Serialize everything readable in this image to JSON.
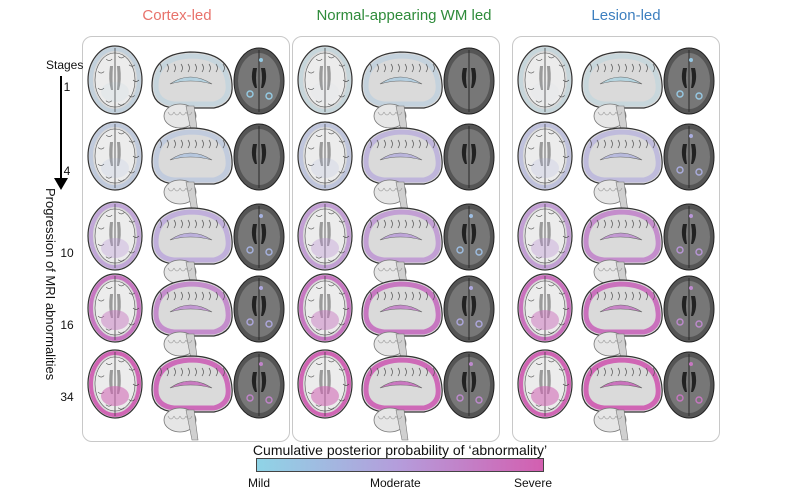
{
  "titles": [
    {
      "text": "Cortex-led",
      "color": "#e8726b"
    },
    {
      "text": "Normal-appearing WM led",
      "color": "#2e8b3a"
    },
    {
      "text": "Lesion-led",
      "color": "#3d7fbf"
    }
  ],
  "axis": {
    "stages_label": "Stages",
    "stages": [
      "1",
      "4",
      "10",
      "16",
      "34"
    ],
    "progression_label": "Progression of MRI abnormalities"
  },
  "colorbar": {
    "title": "Cumulative posterior probability of ‘abnormality’",
    "labels": [
      "Mild",
      "Moderate",
      "Severe"
    ],
    "colors": [
      "#8fd4e6",
      "#b59cdb",
      "#d35fb0"
    ]
  },
  "intensity": [
    [
      [
        0.15,
        0.1,
        0.08
      ],
      [
        0.25,
        0.25,
        0.05
      ],
      [
        0.55,
        0.5,
        0.3
      ],
      [
        0.8,
        0.7,
        0.4
      ],
      [
        0.95,
        0.9,
        0.7
      ]
    ],
    [
      [
        0.05,
        0.15,
        0.02
      ],
      [
        0.3,
        0.45,
        0.05
      ],
      [
        0.6,
        0.6,
        0.2
      ],
      [
        0.8,
        0.8,
        0.4
      ],
      [
        0.95,
        0.92,
        0.65
      ]
    ],
    [
      [
        0.05,
        0.05,
        0.1
      ],
      [
        0.35,
        0.4,
        0.35
      ],
      [
        0.6,
        0.7,
        0.55
      ],
      [
        0.85,
        0.85,
        0.65
      ],
      [
        0.95,
        0.95,
        0.8
      ]
    ]
  ]
}
